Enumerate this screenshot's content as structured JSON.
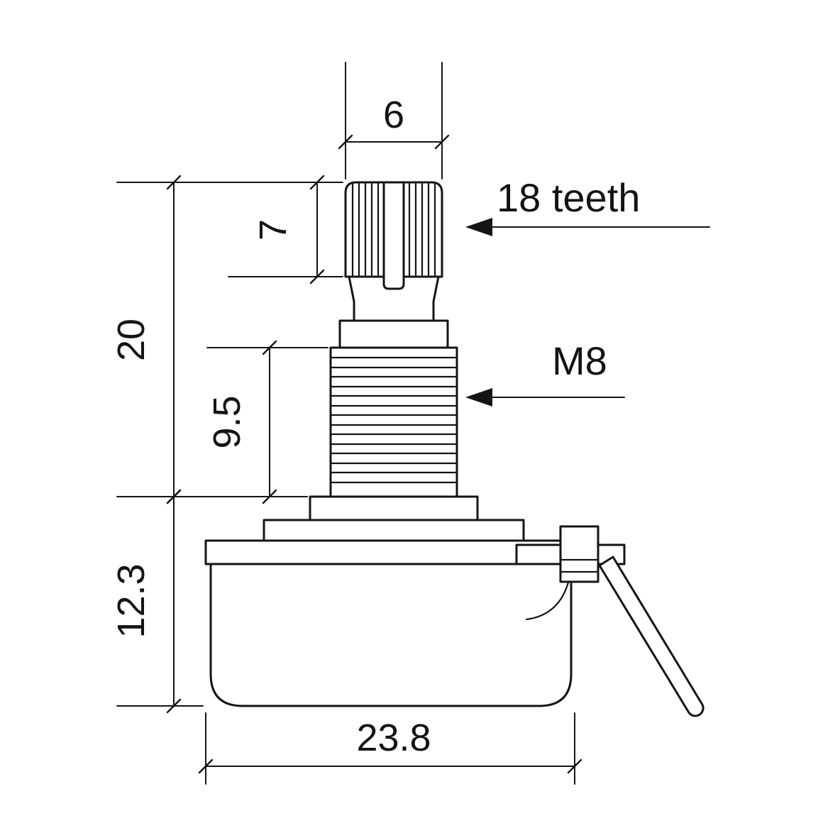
{
  "colors": {
    "ink": "#141414",
    "background": "#ffffff"
  },
  "dimensions": {
    "shaft_width": "6",
    "knurl_height": "7",
    "shaft_height": "20",
    "bushing_height": "9.5",
    "body_height": "12.3",
    "body_width": "23.8"
  },
  "callouts": {
    "teeth": "18 teeth",
    "thread": "M8"
  }
}
